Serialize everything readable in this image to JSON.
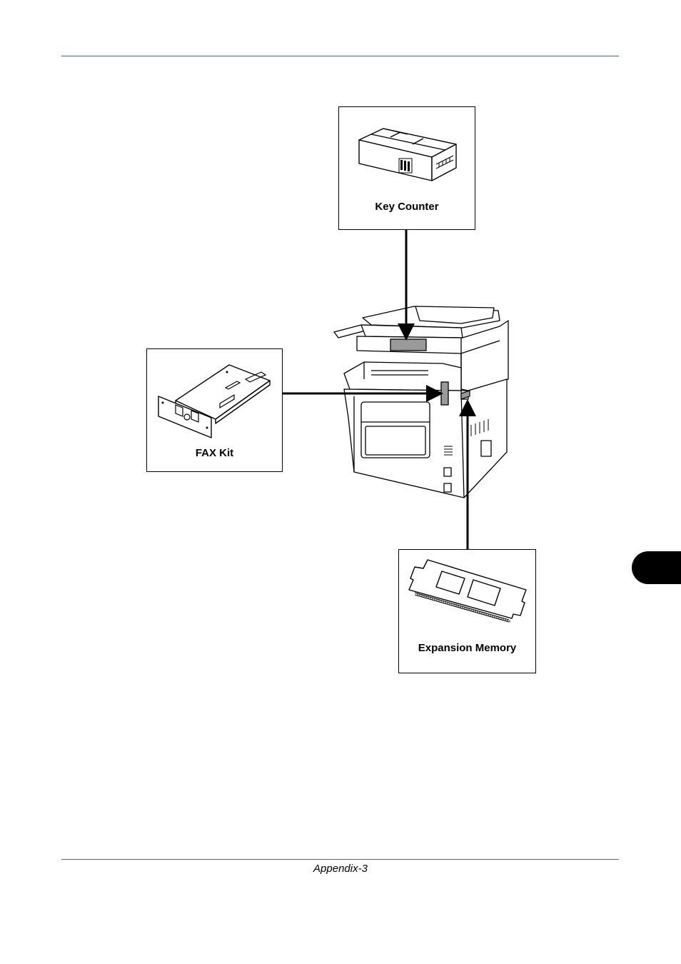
{
  "callouts": {
    "key_counter": "Key Counter",
    "fax_kit": "FAX Kit",
    "expansion_memory": "Expansion Memory"
  },
  "footer": {
    "page_label": "Appendix-3"
  },
  "colors": {
    "rule": "#4a5fa8",
    "highlight": "#9a9a9a"
  }
}
